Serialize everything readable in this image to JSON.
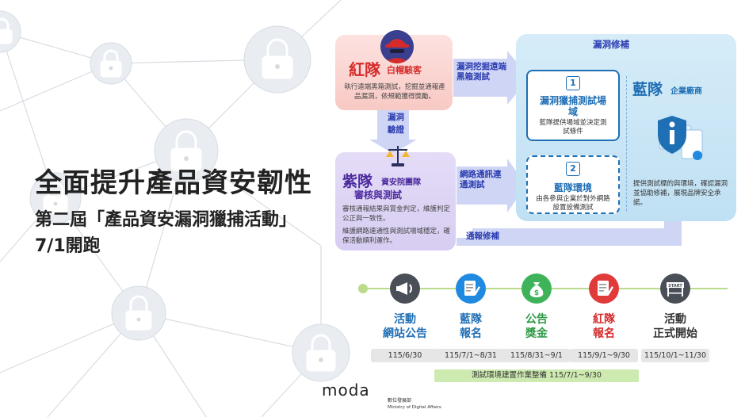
{
  "headline": {
    "line1": "全面提升產品資安韌性",
    "line2": "第二屆「產品資安漏洞獵捕活動」",
    "line3": "7/1開跑"
  },
  "red_team": {
    "title": "紅隊",
    "subtitle": "白帽駭客",
    "description": "執行遠端黑箱測試，挖掘並通報產品漏洞，依規範獲得獎勵。"
  },
  "purple_team": {
    "title": "紫隊",
    "subtitle": "資安院團隊",
    "subtitle2": "審核與測試",
    "desc1": "審核通報結果與賞金判定，維護判定公正與一致性。",
    "desc2": "維護網路連通性與測試場域穩定，確保活動順利運作。"
  },
  "blue_team": {
    "title": "藍隊",
    "subtitle": "企業廠商",
    "description": "提供測試標的與環境，確認漏洞並協助修補，展現品牌安全承諾。"
  },
  "box1": {
    "number": "1",
    "title": "漏洞獵捕測試場域",
    "description": "藍隊提供場域並決定測試條件"
  },
  "box2": {
    "number": "2",
    "title": "藍隊環境",
    "description": "由各參與企業於對外網路設置設備測試"
  },
  "arrows": {
    "vuln_fix": "漏洞修補",
    "mining": "漏洞挖掘遠端黑箱測試",
    "verify": "漏洞驗證",
    "network": "網路通訊連通測試",
    "report_fix": "通報修補"
  },
  "timeline": [
    {
      "icon": "megaphone-icon",
      "title_l1": "活動",
      "title_l2": "網站公告",
      "date": "115/6/30",
      "color": "#4a4f57",
      "title_color": "#1f6fb5"
    },
    {
      "icon": "form-pencil-icon",
      "title_l1": "藍隊",
      "title_l2": "報名",
      "date": "115/7/1~8/31",
      "color": "#1f8ae0",
      "title_color": "#1f6fb5"
    },
    {
      "icon": "money-bag-icon",
      "title_l1": "公告",
      "title_l2": "獎金",
      "date": "115/8/31~9/1",
      "color": "#3fb35a",
      "title_color": "#2e9a45"
    },
    {
      "icon": "form-pencil-icon",
      "title_l1": "紅隊",
      "title_l2": "報名",
      "date": "115/9/1~9/30",
      "color": "#e03a3a",
      "title_color": "#d52b2b"
    },
    {
      "icon": "start-gate-icon",
      "title_l1": "活動",
      "title_l2": "正式開始",
      "date": "115/10/1~11/30",
      "color": "#4a4f57",
      "title_color": "#333333",
      "icon_text": "START"
    }
  ],
  "timeline_bar": "測試環境建置作業整備 115/7/1~9/30",
  "logo": {
    "wordmark": "moda",
    "zh": "數位發展部",
    "en": "Ministry of Digital Affairs"
  },
  "colors": {
    "red": "#d52b2b",
    "purple": "#4b2a9e",
    "blue": "#1f6fb5",
    "arrow_light": "#cfd6f5",
    "timeline_line": "#b9dc8c"
  }
}
